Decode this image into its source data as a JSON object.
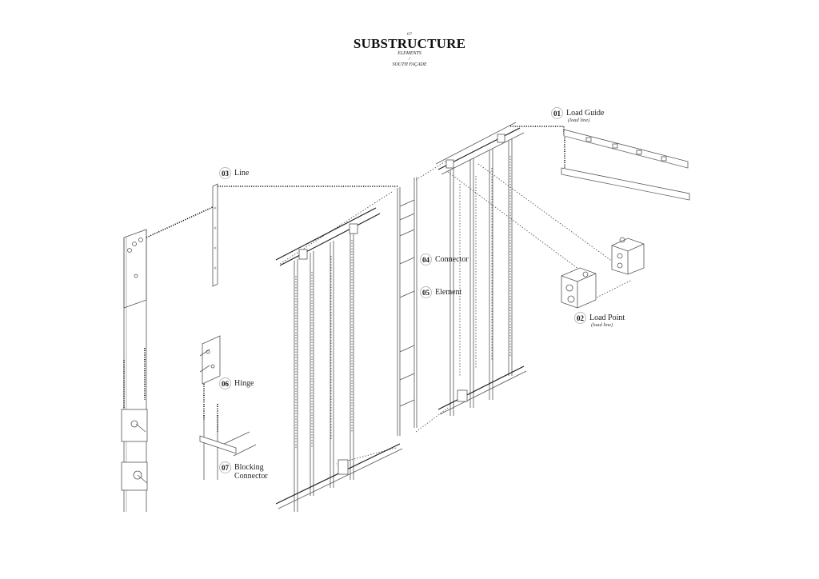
{
  "title": {
    "number": "07",
    "main": "SUBSTRUCTURE",
    "subtitle_1": "ELEMENTS",
    "separator": "/",
    "subtitle_2": "SOUTH FAÇADE"
  },
  "labels": [
    {
      "id": "01",
      "text": "Load Guide",
      "note": "(load line)"
    },
    {
      "id": "02",
      "text": "Load Point",
      "note": "(load line)"
    },
    {
      "id": "03",
      "text": "Line",
      "note": ""
    },
    {
      "id": "04",
      "text": "Connector",
      "note": ""
    },
    {
      "id": "05",
      "text": "Element",
      "note": ""
    },
    {
      "id": "06",
      "text": "Hinge",
      "note": ""
    },
    {
      "id": "07",
      "text": "Blocking",
      "note": "",
      "text_line2": "Connector"
    }
  ],
  "colors": {
    "background": "#ffffff",
    "line": "#555555",
    "leader": "#111111"
  }
}
